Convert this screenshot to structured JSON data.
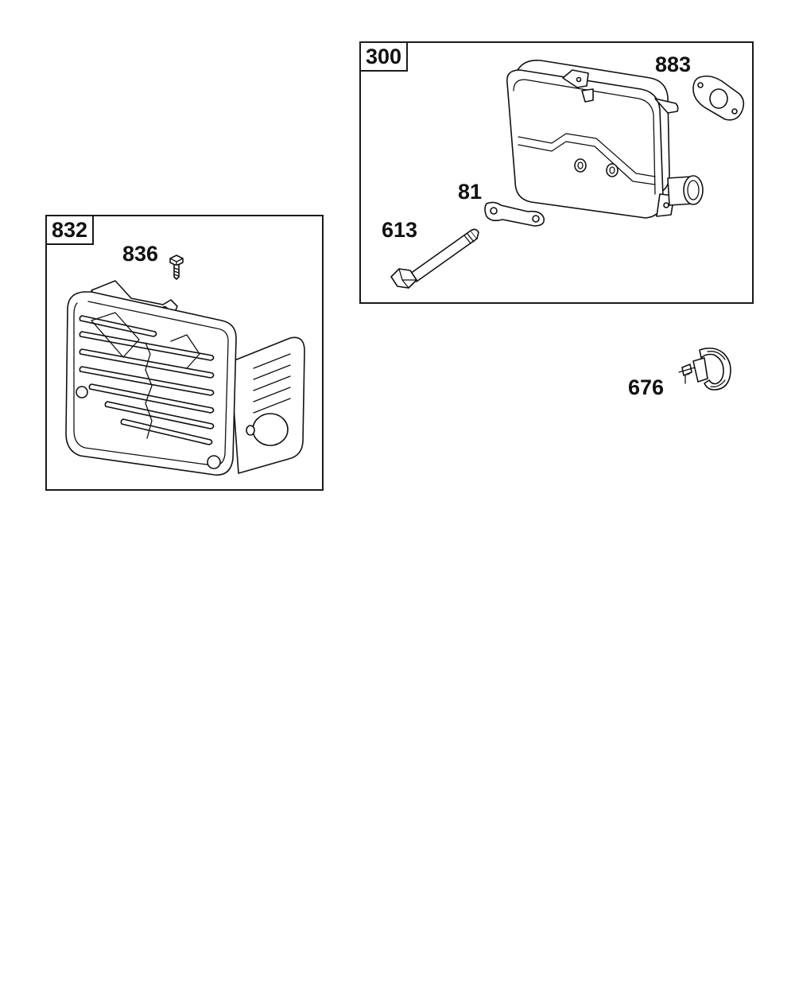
{
  "assemblies": [
    {
      "id": "assembly-300",
      "label": "300"
    },
    {
      "id": "assembly-832",
      "label": "832"
    }
  ],
  "callouts": {
    "guard_screw": "836",
    "gasket": "883",
    "lock_plate": "81",
    "muffler_bolt": "613",
    "clamp": "676"
  }
}
